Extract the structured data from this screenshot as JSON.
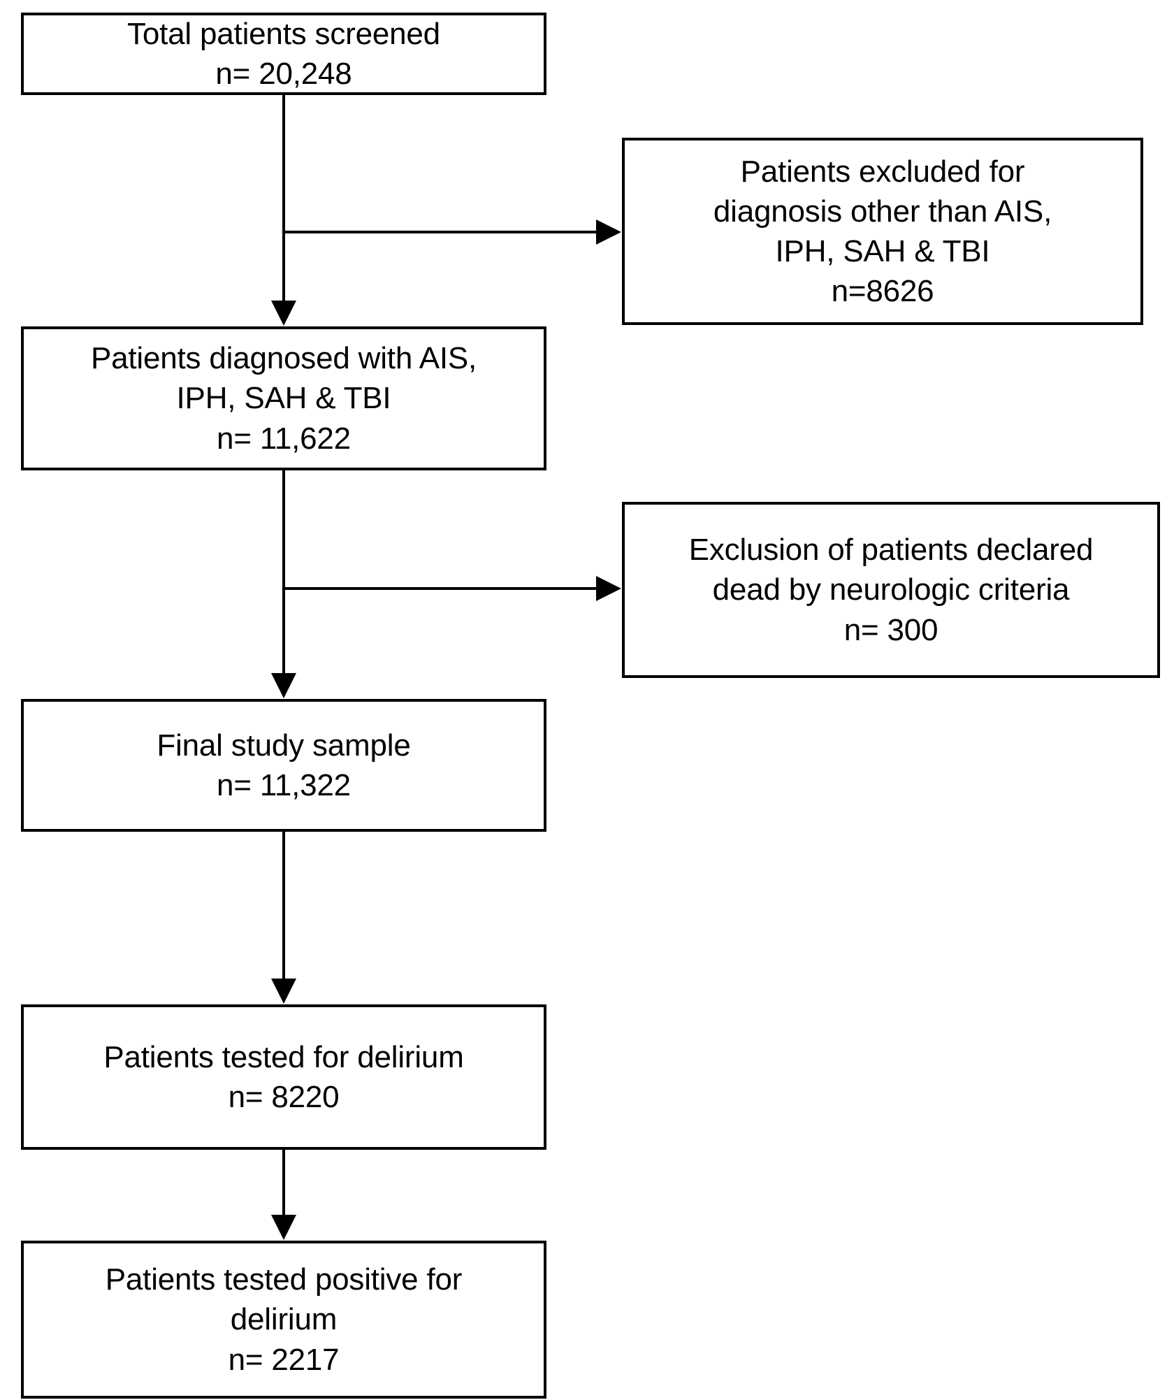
{
  "figure": {
    "type": "flowchart",
    "orientation": "vertical-with-side-exclusions",
    "stroke_color": "#000000",
    "fill_color": "#ffffff",
    "text_color": "#000000"
  },
  "nodes": {
    "screened": {
      "line1": "Total patients screened",
      "line2": "n= 20,248",
      "count": 20248
    },
    "excluded_diagnosis": {
      "line1": "Patients excluded for",
      "line2": "diagnosis other than AIS,",
      "line3": "IPH, SAH & TBI",
      "line4": "n=8626",
      "count": 8626
    },
    "diagnosed": {
      "line1": "Patients diagnosed with AIS,",
      "line2": "IPH, SAH & TBI",
      "line3": "n= 11,622",
      "count": 11622
    },
    "excluded_dead": {
      "line1": "Exclusion of patients declared",
      "line2": "dead by neurologic criteria",
      "line3": "n= 300",
      "count": 300
    },
    "final_sample": {
      "line1": "Final study sample",
      "line2": "n= 11,322",
      "count": 11322
    },
    "tested_delirium": {
      "line1": "Patients tested for delirium",
      "line2": "n= 8220",
      "count": 8220
    },
    "tested_positive": {
      "line1": "Patients tested positive for",
      "line2": "delirium",
      "line3": "n= 2217",
      "count": 2217
    }
  },
  "edges": [
    {
      "from": "screened",
      "to": "diagnosed",
      "kind": "down-arrow"
    },
    {
      "from": "screened",
      "to": "excluded_diagnosis",
      "kind": "right-branch-arrow"
    },
    {
      "from": "diagnosed",
      "to": "final_sample",
      "kind": "down-arrow"
    },
    {
      "from": "diagnosed",
      "to": "excluded_dead",
      "kind": "right-branch-arrow"
    },
    {
      "from": "final_sample",
      "to": "tested_delirium",
      "kind": "down-arrow"
    },
    {
      "from": "tested_delirium",
      "to": "tested_positive",
      "kind": "down-arrow"
    }
  ]
}
